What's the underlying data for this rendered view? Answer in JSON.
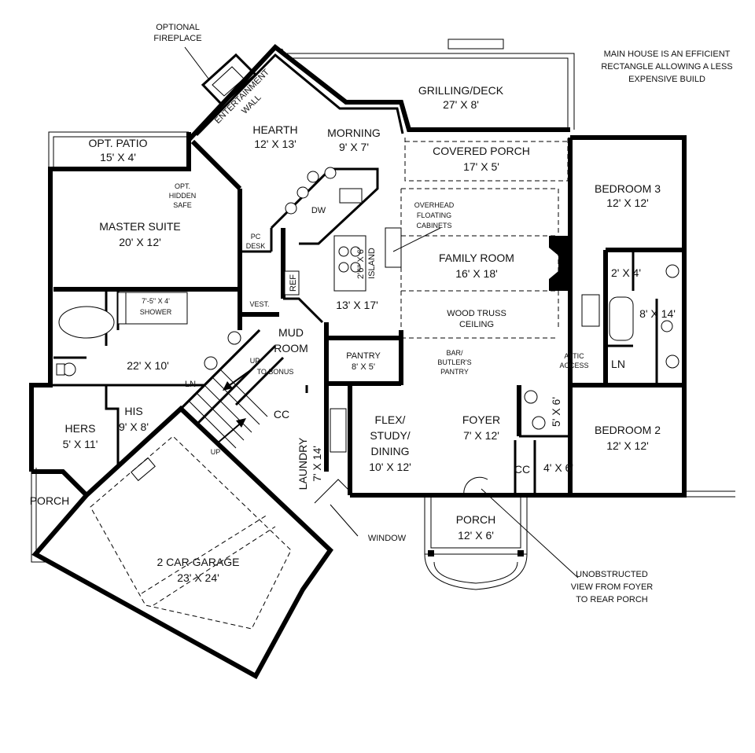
{
  "notes": {
    "efficient": [
      "MAIN HOUSE IS AN EFFICIENT",
      "RECTANGLE ALLOWING A LESS",
      "EXPENSIVE BUILD"
    ],
    "fireplace": [
      "OPTIONAL",
      "FIREPLACE"
    ],
    "unobstructed": [
      "UNOBSTRUCTED",
      "VIEW FROM FOYER",
      "TO REAR PORCH"
    ],
    "window": "WINDOW",
    "entertainment": [
      "ENTERTAINMENT",
      "WALL"
    ]
  },
  "rooms": {
    "grilling": {
      "name": "GRILLING/DECK",
      "dim": "27' X 8'"
    },
    "hearth": {
      "name": "HEARTH",
      "dim": "12' X 13'"
    },
    "morning": {
      "name": "MORNING",
      "dim": "9' X 7'"
    },
    "covered_porch": {
      "name": "COVERED PORCH",
      "dim": "17' X 5'"
    },
    "bedroom3": {
      "name": "BEDROOM 3",
      "dim": "12' X 12'"
    },
    "opt_patio": {
      "name": "OPT. PATIO",
      "dim": "15' X 4'"
    },
    "master": {
      "name": "MASTER SUITE",
      "dim": "20' X 12'"
    },
    "family": {
      "name": "FAMILY ROOM",
      "dim": "16' X 18'"
    },
    "kitchen": {
      "dim": "13' X 17'"
    },
    "master_bath": {
      "dim": "22' X 10'"
    },
    "mud": {
      "name": "MUD",
      "name2": "ROOM"
    },
    "pantry": {
      "name": "PANTRY",
      "dim": "8' X 5'"
    },
    "bath2": {
      "dim": "8' X 14'"
    },
    "closet_2x4": {
      "dim": "2' X 4'"
    },
    "his": {
      "name": "HIS",
      "dim": "9' X 8'"
    },
    "hers": {
      "name": "HERS",
      "dim": "5' X 11'"
    },
    "flex": {
      "name": "FLEX/",
      "name2": "STUDY/",
      "name3": "DINING",
      "dim": "10' X 12'"
    },
    "foyer": {
      "name": "FOYER",
      "dim": "7' X 12'"
    },
    "bedroom2": {
      "name": "BEDROOM 2",
      "dim": "12' X 12'"
    },
    "laundry": {
      "name": "LAUNDRY",
      "dim": "7' X 14'"
    },
    "porch_front": {
      "name": "PORCH",
      "dim": "12' X 6'"
    },
    "porch_side": {
      "name": "PORCH"
    },
    "garage": {
      "name": "2 CAR GARAGE",
      "dim": "23' X 24'"
    },
    "closet_4x6": {
      "dim": "4' X 6'"
    },
    "closet_5x6": {
      "dim": "5' X 6'"
    }
  },
  "small_labels": {
    "opt_hidden_safe": [
      "OPT.",
      "HIDDEN",
      "SAFE"
    ],
    "pc_desk": [
      "PC",
      "DESK"
    ],
    "dw": "DW",
    "ref": "REF",
    "island": [
      "2'6\" X 6'",
      "ISLAND"
    ],
    "overhead": [
      "OVERHEAD",
      "FLOATING",
      "CABINETS"
    ],
    "wood_truss": [
      "WOOD TRUSS",
      "CEILING"
    ],
    "vest": "VEST.",
    "shower": [
      "7'-5\" X 4'",
      "SHOWER"
    ],
    "bar": [
      "BAR/",
      "BUTLER'S",
      "PANTRY"
    ],
    "attic": [
      "ATTIC",
      "ACCESS"
    ],
    "ln1": "LN",
    "ln2": "LN",
    "cc1": "CC",
    "cc2": "CC",
    "up_to_bonus": [
      "UP",
      "TO BONUS"
    ],
    "up": "UP"
  }
}
